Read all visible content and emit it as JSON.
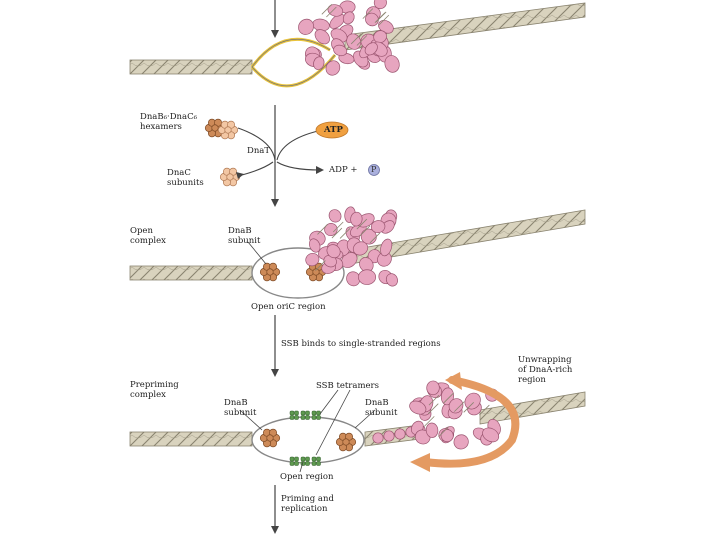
{
  "labels": {
    "dnab_dnac_hexamers_line1": "DnaB₆·DnaC₆",
    "dnab_dnac_hexamers_line2": "hexamers",
    "atp": "ATP",
    "dnat": "DnaT",
    "adp_pi": "ADP + ",
    "pi_symbol": "P",
    "dnac_subunits_line1": "DnaC",
    "dnac_subunits_line2": "subunits",
    "open_complex_line1": "Open",
    "open_complex_line2": "complex",
    "dnab_subunit_top_line1": "DnaB",
    "dnab_subunit_top_line2": "subunit",
    "open_oric_region": "Open oriC region",
    "ssb_binds": "SSB binds to single-stranded regions",
    "unwrapping_line1": "Unwrapping",
    "unwrapping_line2": "of DnaA-rich",
    "unwrapping_line3": "region",
    "prepriming_line1": "Prepriming",
    "prepriming_line2": "complex",
    "ssb_tetramers": "SSB tetramers",
    "dnab_subunit_left_line1": "DnaB",
    "dnab_subunit_left_line2": "subunit",
    "dnab_subunit_right_line1": "DnaB",
    "dnab_subunit_right_line2": "subunit",
    "open_region": "Open region",
    "priming_line1": "Priming and",
    "priming_line2": "replication"
  },
  "colors": {
    "dna_fill": "#d9d3be",
    "dna_stroke": "#8a8470",
    "dnaa_pink": "#e7a5bf",
    "dnaa_stroke": "#9b5570",
    "dnab_orange": "#cd8a58",
    "dnac_peach": "#f3c7a4",
    "ssb_green": "#5f9a50",
    "atp_orange": "#f0a040",
    "pi_blue": "#aab0dd",
    "arrow": "#444444",
    "curved_arrow": "#e49a62",
    "bubble_yellow": "#e9c33c"
  },
  "icons": [
    "down-arrow-icon",
    "dna-helix-icon",
    "dnaa-protein-cluster-icon",
    "dnab-hexamer-icon",
    "dnac-subunit-icon",
    "ssb-tetramer-icon",
    "curved-arrow-icon",
    "atp-badge-icon",
    "phosphate-icon"
  ]
}
